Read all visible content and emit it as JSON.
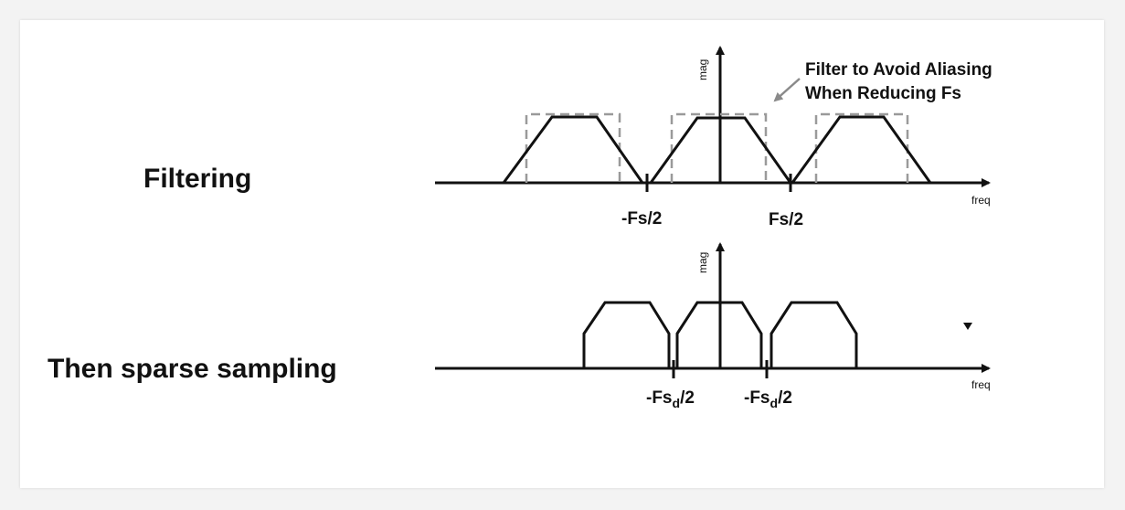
{
  "labels": {
    "filtering": "Filtering",
    "sparse": "Then sparse sampling"
  },
  "top_plot": {
    "y_axis": "mag",
    "x_axis": "freq",
    "tick_neg": "-Fs/2",
    "tick_pos": "Fs/2",
    "annotation_line1": "Filter to Avoid Aliasing",
    "annotation_line2": "When Reducing Fs"
  },
  "bottom_plot": {
    "y_axis": "mag",
    "x_axis": "freq",
    "tick_neg_base": "-Fs",
    "tick_neg_sub": "d",
    "tick_neg_tail": "/2",
    "tick_pos_base": "-Fs",
    "tick_pos_sub": "d",
    "tick_pos_tail": "/2"
  },
  "colors": {
    "line": "#111111",
    "filter_dashed": "#9a9a9a"
  }
}
